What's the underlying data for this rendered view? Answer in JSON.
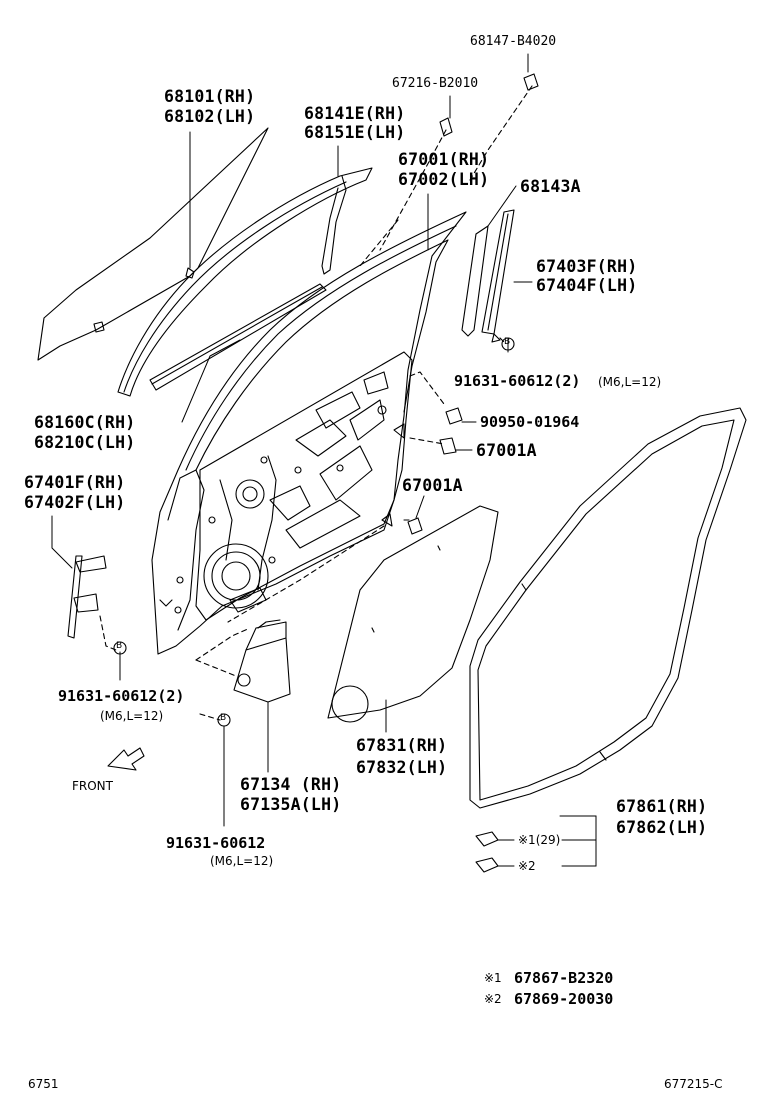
{
  "labels": {
    "p68147": "68147-B4020",
    "p67216": "67216-B2010",
    "p68101": "68101(RH)",
    "p68102": "68102(LH)",
    "p68141": "68141E(RH)",
    "p68151": "68151E(LH)",
    "p67001": "67001(RH)",
    "p67002": "67002(LH)",
    "p68143": "68143A",
    "p67403": "67403F(RH)",
    "p67404": "67404F(LH)",
    "p91631_top": "91631-60612(2)",
    "p91631_top_spec": "(M6,L=12)",
    "p90950": "90950-01964",
    "p67001a_1": "67001A",
    "p67001a_2": "67001A",
    "p68160": "68160C(RH)",
    "p68210": "68210C(LH)",
    "p67401": "67401F(RH)",
    "p67402": "67402F(LH)",
    "p91631_left": "91631-60612(2)",
    "p91631_left_spec": "(M6,L=12)",
    "front": "FRONT",
    "p67831": "67831(RH)",
    "p67832": "67832(LH)",
    "p67134": "67134 (RH)",
    "p67135": "67135A(LH)",
    "p91631_bottom": "91631-60612",
    "p91631_bottom_spec": "(M6,L=12)",
    "p67861": "67861(RH)",
    "p67862": "67862(LH)",
    "clip1": "※1(29)",
    "clip2": "※2",
    "note1_mark": "※1",
    "note1_part": "67867-B2320",
    "note2_mark": "※2",
    "note2_part": "67869-20030",
    "page_left": "6751",
    "page_right": "677215-C"
  },
  "markers": {
    "b": "B"
  }
}
